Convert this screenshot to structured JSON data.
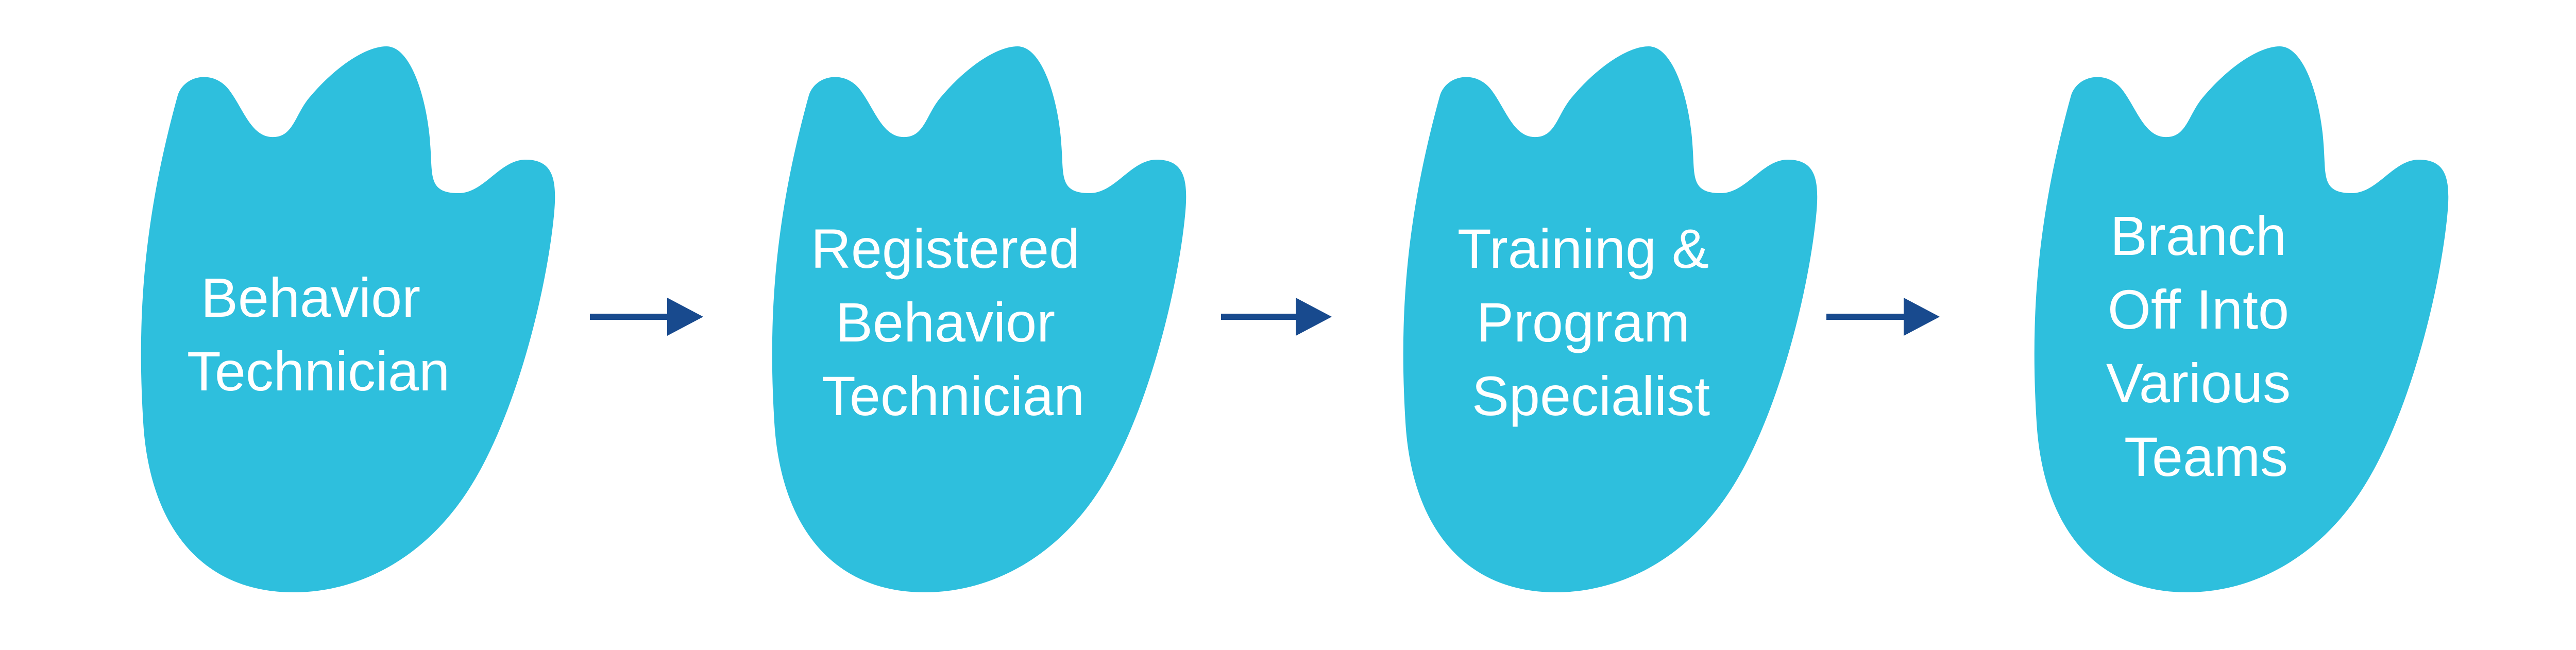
{
  "flow": {
    "steps": [
      {
        "lines": [
          "Behavior",
          "Technician"
        ]
      },
      {
        "lines": [
          "Registered",
          "Behavior",
          "Technician"
        ]
      },
      {
        "lines": [
          "Training &",
          "Program",
          "Specialist"
        ]
      },
      {
        "lines": [
          "Branch",
          "Off Into",
          "Various",
          "Teams"
        ]
      }
    ]
  },
  "colors": {
    "shape_fill": "#2ebfdd",
    "arrow": "#184a8e",
    "label_text": "#ffffff",
    "background": "#ffffff"
  }
}
